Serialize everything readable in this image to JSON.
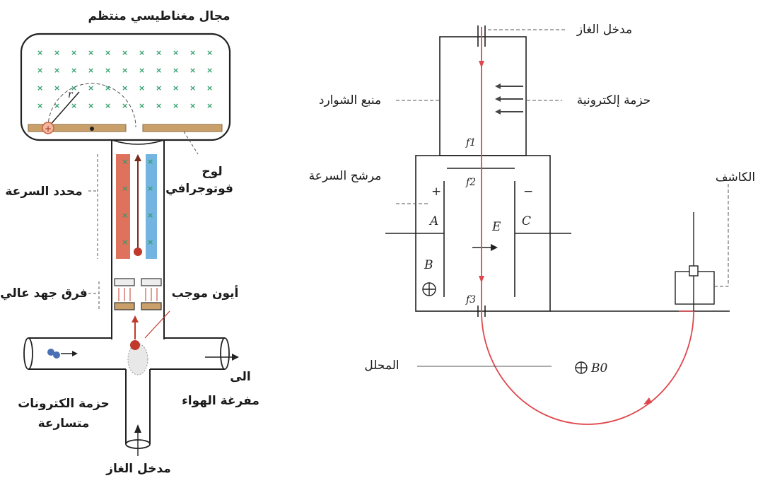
{
  "left_diagram": {
    "labels": {
      "magnetic_field": "مجال مغناطيسي منتظم",
      "photo_plate_line1": "لوح",
      "photo_plate_line2": "فوتوجرافي",
      "velocity_selector": "محدد السرعة",
      "high_voltage": "فرق جهد عالي",
      "positive_ion": "أيون موجب",
      "to": "الى",
      "vacuum_pump": "مفرغة الهواء",
      "electron_beam_line1": "حزمة الكترونات",
      "electron_beam_line2": "متسارعة",
      "gas_inlet": "مدخل الغاز",
      "radius": "r"
    }
  },
  "right_diagram": {
    "labels": {
      "gas_inlet": "مدخل الغاز",
      "ion_source": "منبع الشوارد",
      "electron_beam": "حزمة إلكترونية",
      "velocity_filter": "مرشح السرعة",
      "detector": "الكاشف",
      "analyzer": "المحلل",
      "f1": "f1",
      "f2": "f2",
      "f3": "f3",
      "plus": "+",
      "minus": "−",
      "plate_a": "A",
      "plate_c": "C",
      "e_field": "E",
      "b_field": "B",
      "b0_field": "B0"
    }
  },
  "colors": {
    "beam_red": "#e0474c",
    "field_x_green": "#2e9e6a",
    "plate_tan": "#c9a06a",
    "plate_red": "#d9593f",
    "plate_blue": "#5aa7dc"
  }
}
